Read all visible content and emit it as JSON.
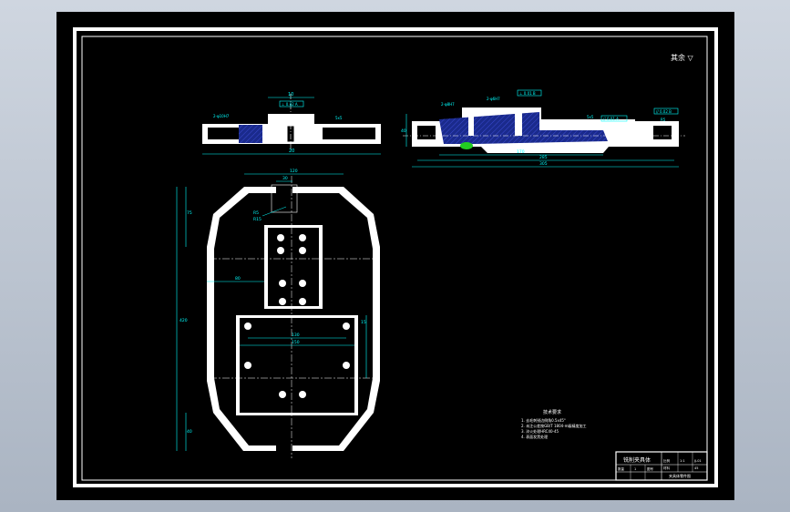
{
  "sheet": {
    "corner_note": "其余 ▽",
    "colors": {
      "background": "#000000",
      "border": "#ffffff",
      "dimension": "#00ffff",
      "text": "#ffffff",
      "section_hatch": "#1a2a8c",
      "highlight": "#22cc22"
    }
  },
  "front_view": {
    "dims": {
      "top_width": "10",
      "overall_length": "20",
      "chamfer": "5x5"
    },
    "frames": [
      "⊥ 0.02 A",
      "2-φ10H7"
    ]
  },
  "side_view": {
    "dims": {
      "left_label": "2-φ8H7",
      "mid_label": "2-φ6H7",
      "d1": "170",
      "d2": "285",
      "d3": "305",
      "height": "40"
    },
    "frames": [
      "⊥ 0.01 B",
      "// 0.01 A",
      "// 0.02 B"
    ],
    "marks": [
      "5x5",
      "R5"
    ]
  },
  "plan_view": {
    "dims": {
      "top_width": "120",
      "slot_width": "30",
      "overall_height": "420",
      "left_upper": "75",
      "left_lower": "40",
      "mid": "80",
      "inner_a": "130",
      "inner_b": "150",
      "r_upper": "R5",
      "r_lower": "R15",
      "small": "15"
    }
  },
  "notes": {
    "heading": "技术要求",
    "items": [
      "1. 去毛刺锐边倒角0.5x45°",
      "2. 未注公差按GB/T 1804-m级精度加工",
      "3. 淬火处理HRC40-45",
      "4. 表面发黑处理"
    ]
  },
  "title_block": {
    "drawing_title": "铣削夹具体",
    "rows": [
      [
        "比例",
        "1:1",
        "材料",
        "45"
      ],
      [
        "数量",
        "1",
        "图号",
        "JJ-01"
      ]
    ],
    "sub_title": "夹具体零件图"
  }
}
